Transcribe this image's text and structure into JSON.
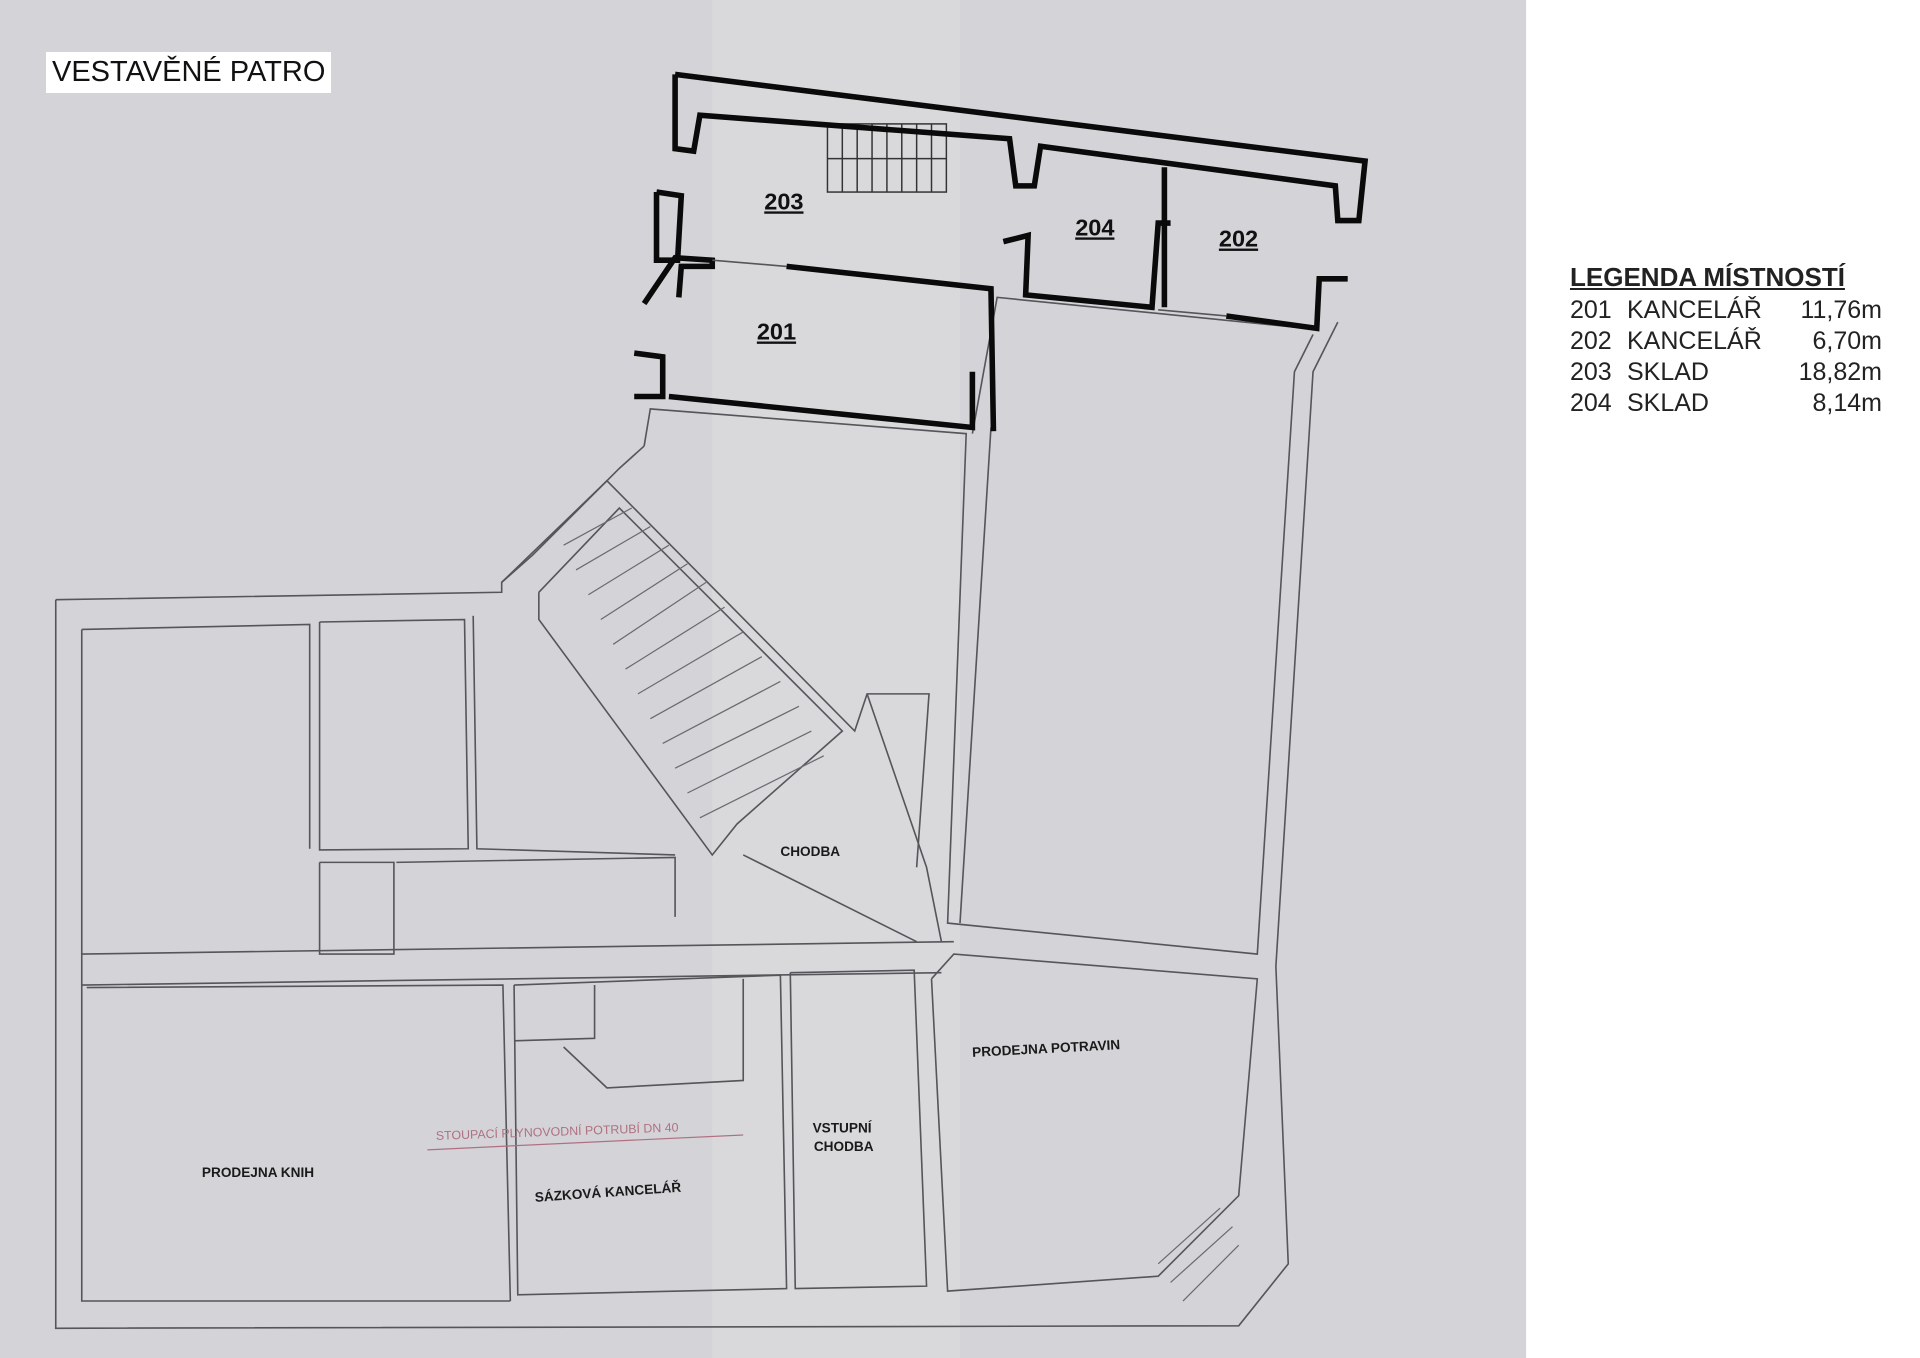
{
  "title": "VESTAVĚNÉ PATRO",
  "legend": {
    "heading": "LEGENDA MÍSTNOSTÍ",
    "rows": [
      {
        "number": "201",
        "name": "KANCELÁŘ",
        "area": "11,76m"
      },
      {
        "number": "202",
        "name": "KANCELÁŘ",
        "area": "6,70m"
      },
      {
        "number": "203",
        "name": "SKLAD",
        "area": "18,82m"
      },
      {
        "number": "204",
        "name": "SKLAD",
        "area": "8,14m"
      }
    ]
  },
  "rooms_upper": {
    "r201": "201",
    "r202": "202",
    "r203": "203",
    "r204": "204"
  },
  "rooms_lower": {
    "chodba": "CHODBA",
    "prodejna_potravin": "PRODEJNA POTRAVIN",
    "prodejna_knih": "PRODEJNA KNIH",
    "sazkova": "SÁZKOVÁ KANCELÁŘ",
    "vstupni_1": "VSTUPNÍ",
    "vstupni_2": "CHODBA",
    "gas_note": "STOUPACÍ PLYNOVODNÍ POTRUBÍ DN 40"
  },
  "colors": {
    "paper": "#d4d4d8",
    "walls_new": "#0a0a0a",
    "walls_existing": "#55555a",
    "annotation": "#b07080"
  }
}
